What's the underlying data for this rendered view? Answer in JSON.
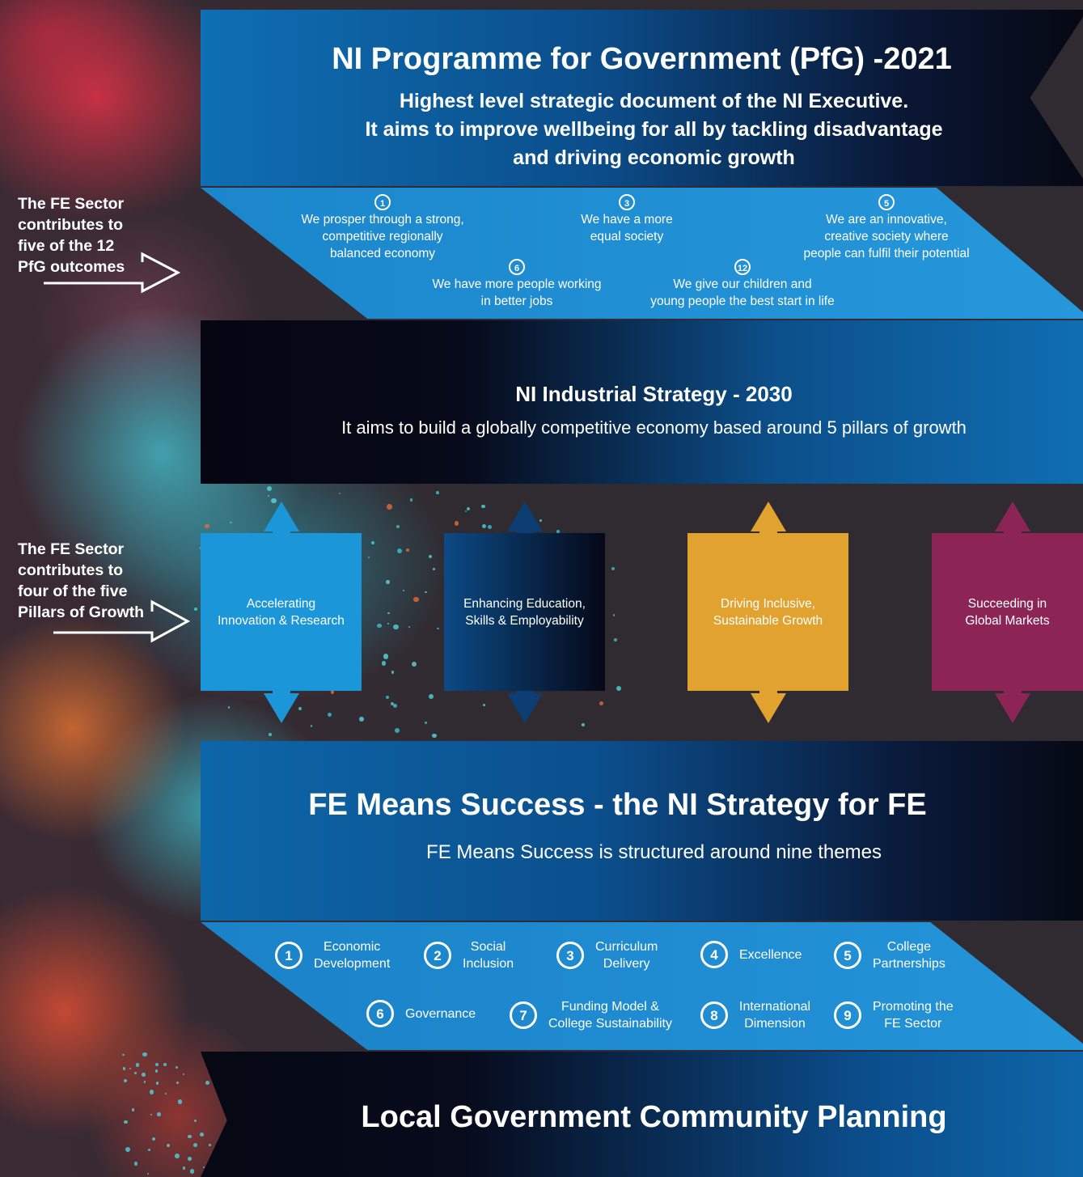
{
  "colors": {
    "background": "#302b31",
    "light_blue": "#1b86cb",
    "navy": "#0a1734",
    "pillar_1": "#1b96d9",
    "pillar_3": "#e2a22f",
    "pillar_4": "#8c2556"
  },
  "pfg": {
    "title": "NI Programme for Government (PfG) -2021",
    "desc_line1": "Highest level strategic document of the NI Executive.",
    "desc_line2": "It aims to improve wellbeing for all by tackling disadvantage",
    "desc_line3": "and driving economic growth",
    "outcomes": [
      {
        "num": "1",
        "line1": "We prosper through a strong,",
        "line2": "competitive regionally",
        "line3": "balanced economy"
      },
      {
        "num": "3",
        "line1": "We have a more",
        "line2": "equal society",
        "line3": ""
      },
      {
        "num": "5",
        "line1": "We are an innovative,",
        "line2": "creative society where",
        "line3": "people can fulfil their potential"
      },
      {
        "num": "6",
        "line1": "We have more people working",
        "line2": "in better jobs",
        "line3": ""
      },
      {
        "num": "12",
        "line1": "We give our children and",
        "line2": "young people the best start in life",
        "line3": ""
      }
    ]
  },
  "side_labels": {
    "pfg": {
      "line1": "The FE Sector",
      "line2": "contributes to",
      "line3": "five of the 12",
      "line4": "PfG outcomes"
    },
    "pillars": {
      "line1": "The FE Sector",
      "line2": "contributes to",
      "line3": "four of the five",
      "line4": "Pillars of Growth"
    }
  },
  "industrial": {
    "title": "NI Industrial Strategy - 2030",
    "desc": "It aims to build a globally competitive economy based around 5 pillars of growth",
    "pillars": [
      {
        "line1": "Accelerating",
        "line2": "Innovation & Research"
      },
      {
        "line1": "Enhancing Education,",
        "line2": "Skills & Employability"
      },
      {
        "line1": "Driving Inclusive,",
        "line2": "Sustainable Growth"
      },
      {
        "line1": "Succeeding in",
        "line2": "Global Markets"
      }
    ]
  },
  "fe": {
    "title": "FE Means Success - the NI Strategy for FE",
    "desc": "FE Means Success is structured around nine themes",
    "themes": [
      {
        "num": "1",
        "line1": "Economic",
        "line2": "Development"
      },
      {
        "num": "2",
        "line1": "Social",
        "line2": "Inclusion"
      },
      {
        "num": "3",
        "line1": "Curriculum",
        "line2": "Delivery"
      },
      {
        "num": "4",
        "line1": "Excellence",
        "line2": ""
      },
      {
        "num": "5",
        "line1": "College",
        "line2": "Partnerships"
      },
      {
        "num": "6",
        "line1": "Governance",
        "line2": ""
      },
      {
        "num": "7",
        "line1": "Funding Model &",
        "line2": "College Sustainability"
      },
      {
        "num": "8",
        "line1": "International",
        "line2": "Dimension"
      },
      {
        "num": "9",
        "line1": "Promoting the",
        "line2": "FE Sector"
      }
    ]
  },
  "local": {
    "title": "Local Government Community Planning"
  }
}
